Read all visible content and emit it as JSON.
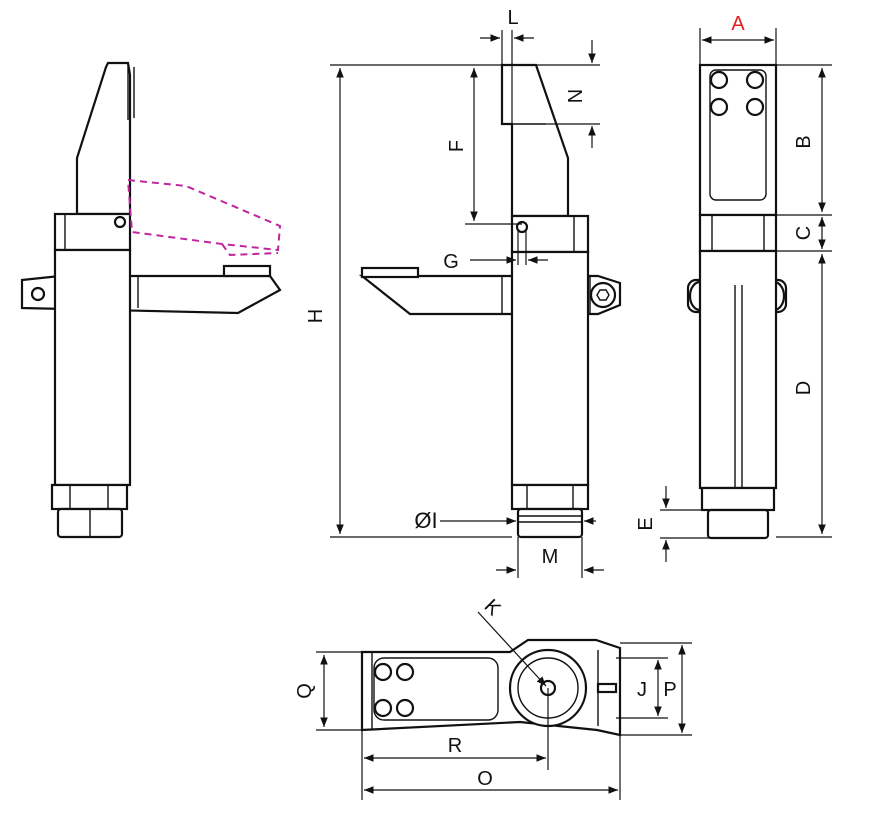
{
  "drawing": {
    "dimension_labels": {
      "A": "A",
      "B": "B",
      "C": "C",
      "D": "D",
      "E": "E",
      "F": "F",
      "G": "G",
      "H": "H",
      "I": "ØI",
      "J": "J",
      "K": "K",
      "L": "L",
      "M": "M",
      "N": "N",
      "O": "O",
      "P": "P",
      "Q": "Q",
      "R": "R"
    },
    "colors": {
      "line": "#111111",
      "highlight_label": "#e0201c",
      "swing_path": "#c0269e"
    }
  }
}
